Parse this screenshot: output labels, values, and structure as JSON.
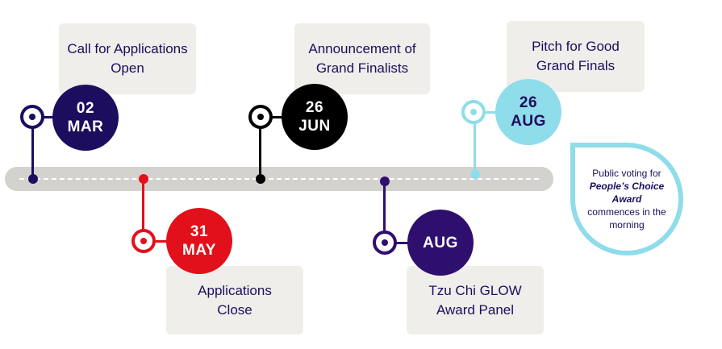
{
  "colors": {
    "navy": "#1d0d5e",
    "red": "#e2101b",
    "black": "#000000",
    "purple": "#2e0f6e",
    "cyan": "#8fdcea",
    "track": "#d4d2ce",
    "box": "#efeeea"
  },
  "milestones": [
    {
      "day": "02",
      "month": "MAR",
      "label": "Call for Applications Open"
    },
    {
      "day": "31",
      "month": "MAY",
      "label": "Applications Close"
    },
    {
      "day": "26",
      "month": "JUN",
      "label": "Announcement of Grand Finalists"
    },
    {
      "day": "",
      "month": "AUG",
      "label": "Tzu Chi GLOW Award Panel"
    },
    {
      "day": "26",
      "month": "AUG",
      "label": "Pitch for Good Grand Finals"
    }
  ],
  "note": {
    "line1": "Public voting for",
    "emphasis": "People’s Choice Award",
    "line2": "commences in the morning"
  }
}
